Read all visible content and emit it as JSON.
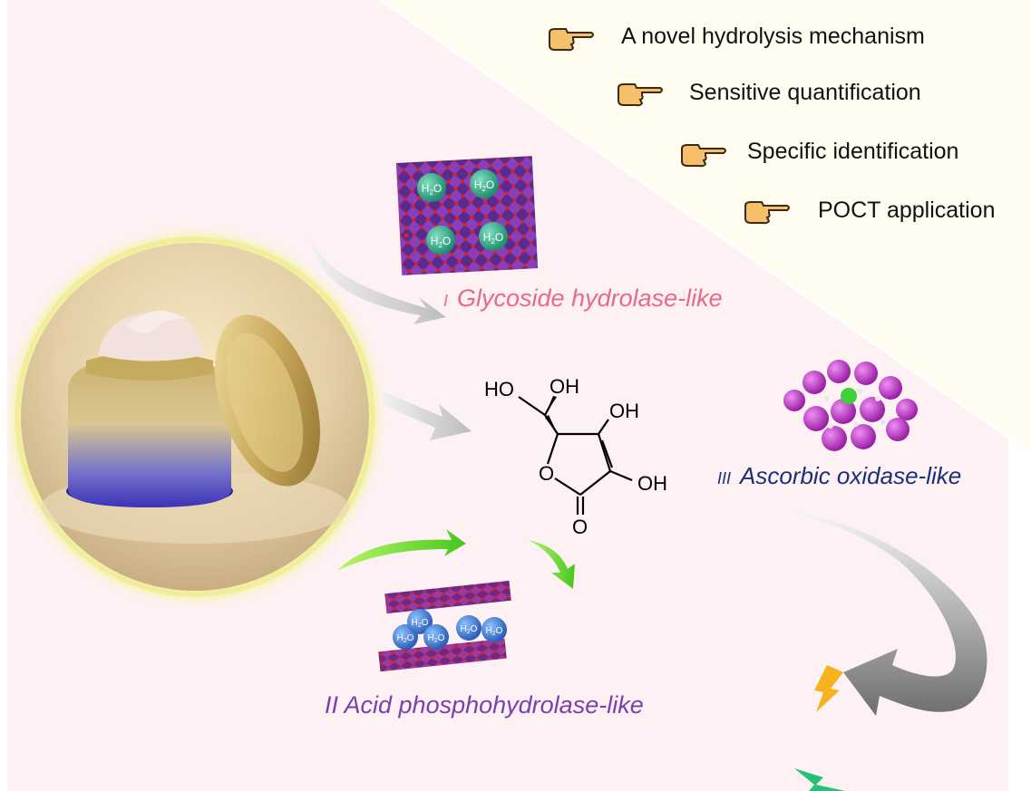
{
  "features": [
    {
      "label": "A novel hydrolysis mechanism",
      "icon": "pointing-hand-icon"
    },
    {
      "label": "Sensitive quantification",
      "icon": "pointing-hand-icon"
    },
    {
      "label": "Specific identification",
      "icon": "pointing-hand-icon"
    },
    {
      "label": "POCT application",
      "icon": "pointing-hand-icon"
    }
  ],
  "activities": {
    "glycoside": {
      "numeral": "I",
      "label": "Glycoside hydrolase-like",
      "color": "#e86b86"
    },
    "phospho": {
      "numeral": "II",
      "label": "Acid phosphohydrolase-like",
      "color": "#7a3fb0"
    },
    "oxidase": {
      "numeral": "III",
      "label": "Ascorbic oxidase-like",
      "color": "#1b2f7a"
    }
  },
  "water": {
    "h": "H",
    "sub": "2",
    "o": "O"
  },
  "molecule": {
    "ho_left": "HO",
    "oh_top": "OH",
    "oh_right_upper": "OH",
    "oh_right_lower": "OH",
    "ring_o": "O",
    "carbonyl_o": "O"
  },
  "colors": {
    "background_pink": "#fdf1f3",
    "background_cream": "#fefdf0",
    "glow": "#f4efa0"
  }
}
